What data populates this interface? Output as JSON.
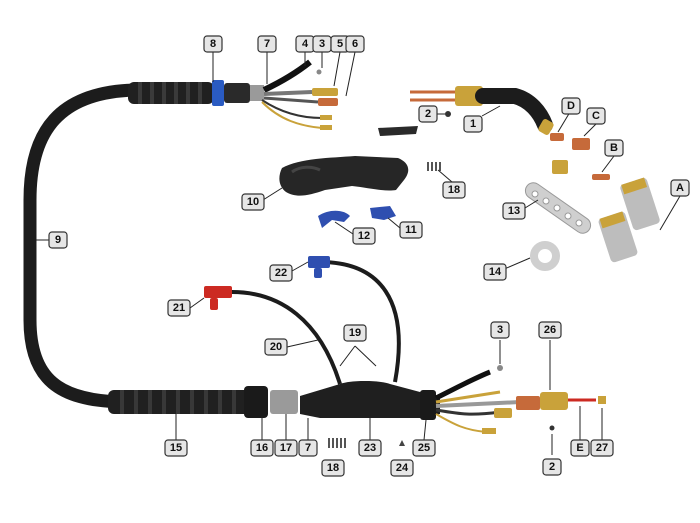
{
  "colors": {
    "hose": "#1c1c1c",
    "brass": "#c9a23a",
    "copper": "#c66a3a",
    "blue_trigger": "#2f4fb0",
    "red_gas": "#cc2a22",
    "callout_fill": "#e6e6e6"
  },
  "callouts": {
    "c8": "8",
    "c7_top": "7",
    "c4": "4",
    "c3_top": "3",
    "c5": "5",
    "c6": "6",
    "c1": "1",
    "c2_top": "2",
    "cD": "D",
    "cC": "C",
    "cB": "B",
    "cA": "A",
    "c13": "13",
    "c14": "14",
    "c10": "10",
    "c18_top": "18",
    "c12": "12",
    "c11": "11",
    "c9": "9",
    "c22": "22",
    "c21": "21",
    "c20": "20",
    "c19": "19",
    "c3_bottom": "3",
    "c26": "26",
    "c15": "15",
    "c16": "16",
    "c17": "17",
    "c7_bottom": "7",
    "c23": "23",
    "c25": "25",
    "c18_bottom": "18",
    "c24": "24",
    "cE": "E",
    "c27": "27",
    "c2_bottom": "2"
  }
}
